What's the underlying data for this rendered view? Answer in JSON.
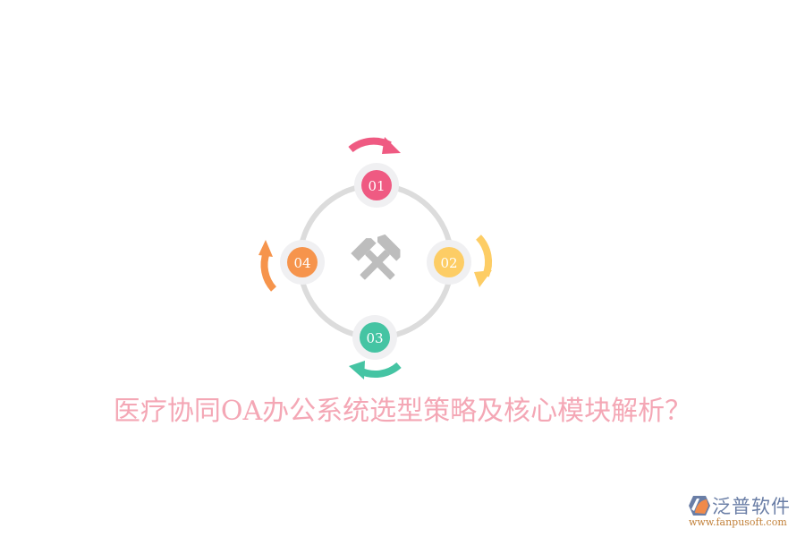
{
  "title": "医疗协同OA办公系统选型策略及核心模块解析？",
  "cycle": {
    "center_icon": "crossed-hammers-icon",
    "ring_color": "#d9d9d9",
    "steps": [
      {
        "label": "01",
        "color": "#ef5a82",
        "arrow": "clockwise-top"
      },
      {
        "label": "02",
        "color": "#fdcd65",
        "arrow": "clockwise-right"
      },
      {
        "label": "03",
        "color": "#45c4a3",
        "arrow": "clockwise-bottom"
      },
      {
        "label": "04",
        "color": "#f6944c",
        "arrow": "clockwise-left"
      }
    ]
  },
  "logo": {
    "name": "泛普软件",
    "url": "www.fanpusoft.com"
  }
}
